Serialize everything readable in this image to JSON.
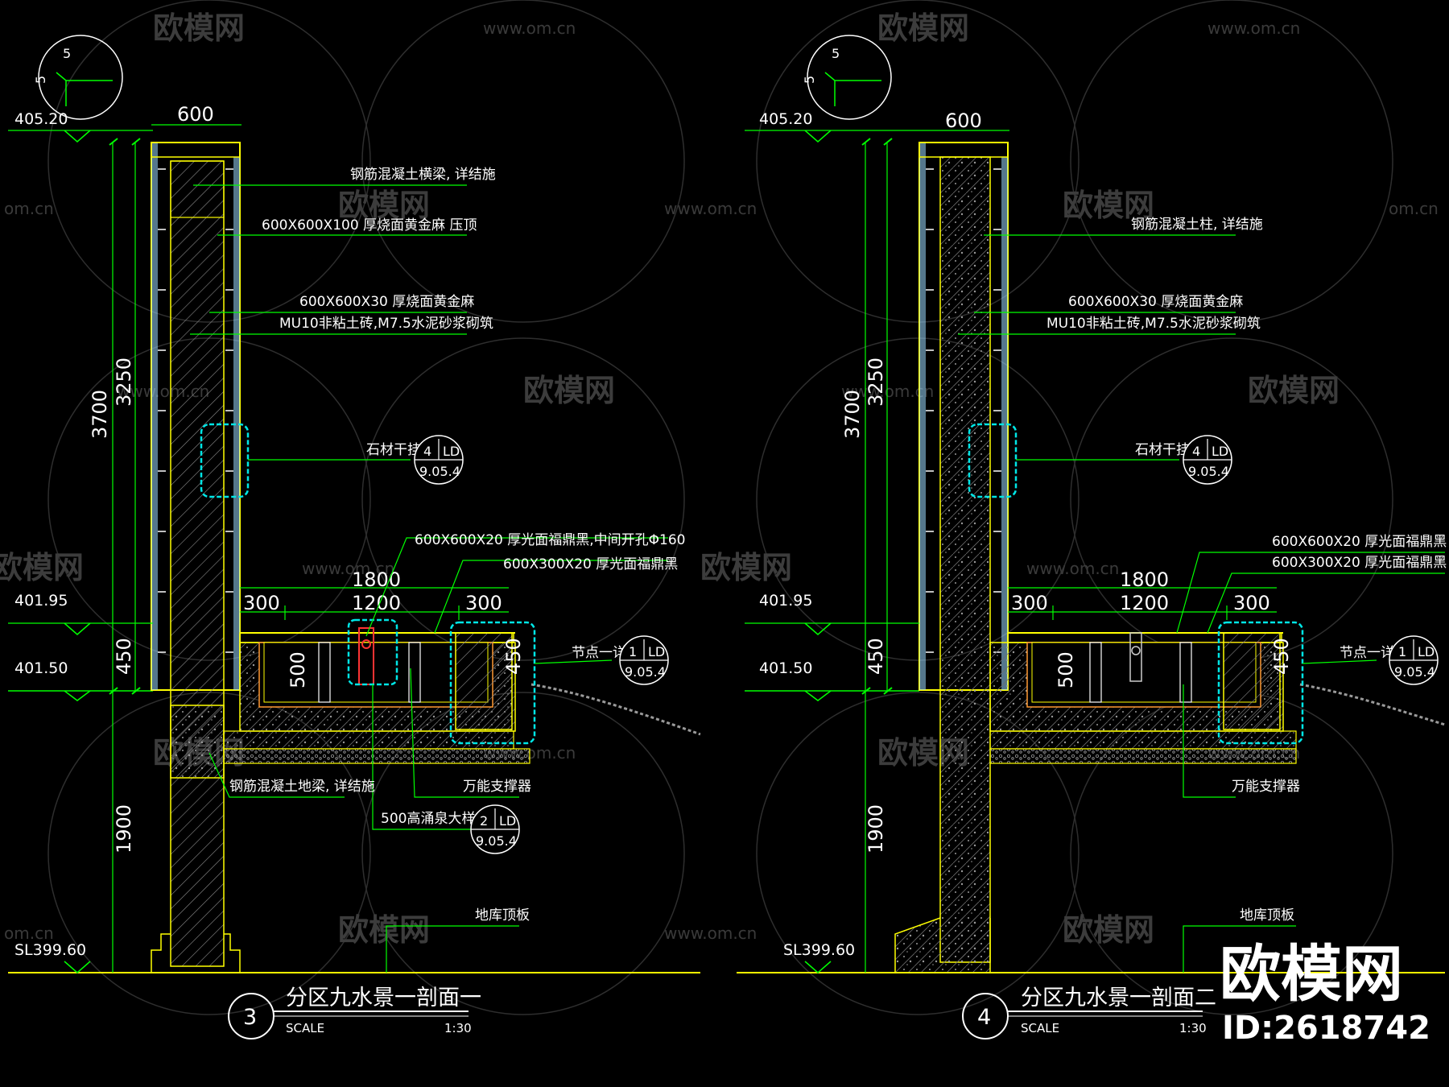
{
  "watermark": {
    "logo": "欧模网",
    "url": "www.om.cn",
    "url_short": "om.cn"
  },
  "stamp": {
    "logo": "欧模网",
    "id": "ID:2618742"
  },
  "sections": [
    {
      "circle_number": "3",
      "title": "分区九水景一剖面一",
      "scale_label": "SCALE",
      "scale_value": "1:30",
      "detail_ref": {
        "top": "5",
        "side": "5"
      },
      "elevations": {
        "top": "405.20",
        "mid1": "401.95",
        "mid2": "401.50",
        "bottom": "SL399.60"
      },
      "dimensions": {
        "width": "600",
        "total_height": "3700",
        "wall_height": "3250",
        "base_height": "450",
        "below_height": "1900",
        "basin_total": "1800",
        "basin_mid": "1200",
        "basin_left": "300",
        "basin_right": "300",
        "basin_depth": "500",
        "edge_height": "450"
      },
      "annotations": {
        "a1": "钢筋混凝土横梁, 详结施",
        "a2": "600X600X100  厚烧面黄金麻  压顶",
        "a3": "600X600X30  厚烧面黄金麻",
        "a4": "MU10非粘土砖,M7.5水泥砂浆砌筑",
        "a5": "石材干挂",
        "a6": "600X600X20  厚光面福鼎黑,中间开孔Φ160",
        "a7": "600X300X20  厚光面福鼎黑",
        "a8": "节点一详",
        "a9": "钢筋混凝土地梁, 详结施",
        "a10": "万能支撑器",
        "a11": "500高涌泉大样",
        "a12": "地库顶板"
      },
      "bubbles": [
        {
          "num": "4",
          "tag": "LD",
          "ref": "9.05.4"
        },
        {
          "num": "1",
          "tag": "LD",
          "ref": "9.05.4"
        },
        {
          "num": "2",
          "tag": "LD",
          "ref": "9.05.4"
        }
      ]
    },
    {
      "circle_number": "4",
      "title": "分区九水景一剖面二",
      "scale_label": "SCALE",
      "scale_value": "1:30",
      "detail_ref": {
        "top": "5",
        "side": "5"
      },
      "elevations": {
        "top": "405.20",
        "mid1": "401.95",
        "mid2": "401.50",
        "bottom": "SL399.60"
      },
      "dimensions": {
        "width": "600",
        "total_height": "3700",
        "wall_height": "3250",
        "base_height": "450",
        "below_height": "1900",
        "basin_total": "1800",
        "basin_mid": "1200",
        "basin_left": "300",
        "basin_right": "300",
        "basin_depth": "500",
        "edge_height": "450"
      },
      "annotations": {
        "a1": "钢筋混凝土柱, 详结施",
        "a3": "600X600X30  厚烧面黄金麻",
        "a4": "MU10非粘土砖,M7.5水泥砂浆砌筑",
        "a5": "石材干挂",
        "a6": "600X600X20  厚光面福鼎黑",
        "a7": "600X300X20  厚光面福鼎黑",
        "a8": "节点一详",
        "a10": "万能支撑器",
        "a12": "地库顶板"
      },
      "bubbles": [
        {
          "num": "4",
          "tag": "LD",
          "ref": "9.05.4"
        },
        {
          "num": "1",
          "tag": "LD",
          "ref": "9.05.4"
        }
      ]
    }
  ],
  "colors": {
    "background": "#000000",
    "outline": "#ffff00",
    "dimension": "#00ff00",
    "leader": "#00ff00",
    "highlight": "#00e6e6",
    "text": "#ffffff",
    "watermark": "#3c3c3c",
    "cladding": "#9ad8ff",
    "fill": "#8a8a8a",
    "pipe": "#ff3333"
  }
}
